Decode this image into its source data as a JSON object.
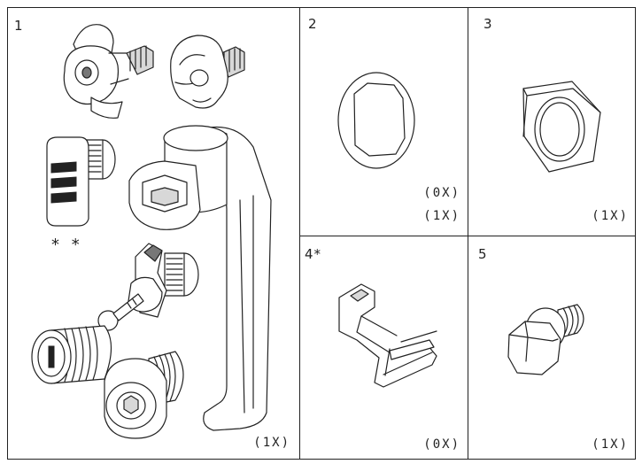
{
  "panels": [
    {
      "number": "1",
      "quantities": [
        "(1X)"
      ],
      "note": "* *"
    },
    {
      "number": "2",
      "quantities": [
        "(0X)",
        "(1X)"
      ]
    },
    {
      "number": "3",
      "quantities": [
        "(1X)"
      ]
    },
    {
      "number": "4*",
      "quantities": [
        "(0X)"
      ]
    },
    {
      "number": "5",
      "quantities": [
        "(1X)"
      ]
    }
  ],
  "icons": {
    "panel1": [
      "quarter-turn-lock-wing-icon",
      "wing-knob-lock-icon",
      "push-button-lock-icon",
      "lever-handle-lock-icon",
      "key-wing-lock-icon",
      "key-icon",
      "slotted-cylinder-lock-icon",
      "hex-socket-lock-icon"
    ],
    "panel2": "square-washer-icon",
    "panel3": "hex-nut-icon",
    "panel4": "cam-bracket-icon",
    "panel5": "hex-bolt-icon"
  }
}
